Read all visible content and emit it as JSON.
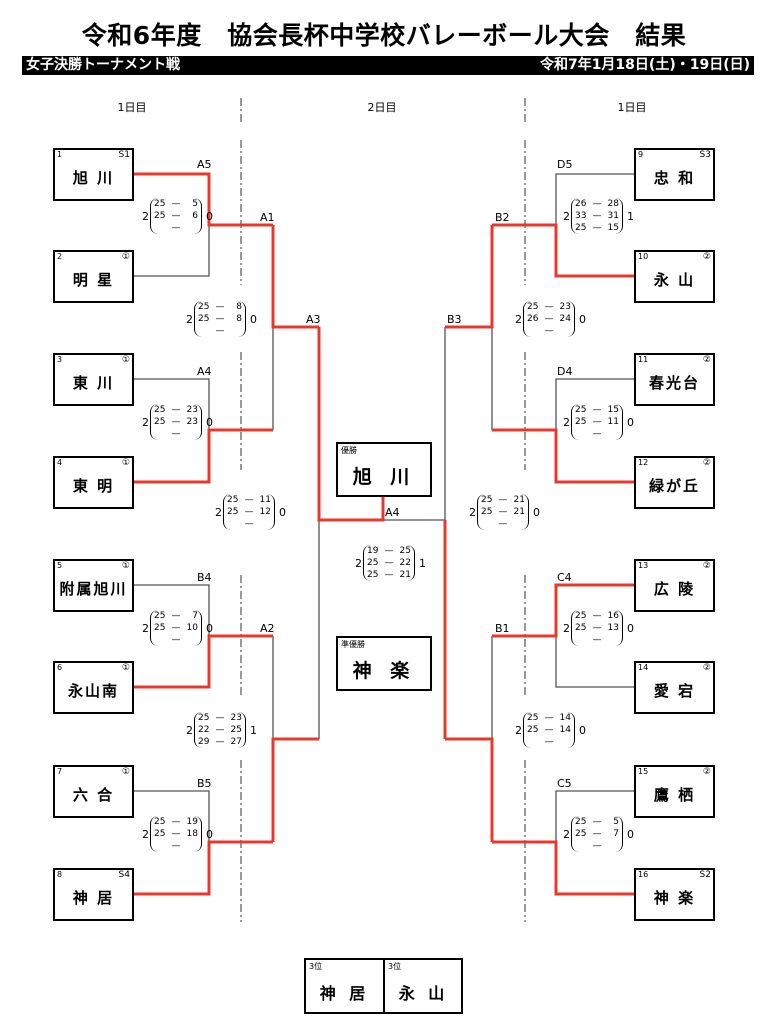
{
  "title": "令和6年度　協会長杯中学校バレーボール大会　結果",
  "subtitle": "女子決勝トーナメント戦",
  "date": "令和7年1月18日(土)・19日(日)",
  "days": {
    "left": "1日目",
    "center": "2日目",
    "right": "1日目"
  },
  "colors": {
    "winner_line": "#e8382b",
    "line": "#555555"
  },
  "teams_left": [
    {
      "no": "1",
      "badge": "S1",
      "name": "旭 川"
    },
    {
      "no": "2",
      "badge": "①",
      "name": "明 星"
    },
    {
      "no": "3",
      "badge": "①",
      "name": "東 川"
    },
    {
      "no": "4",
      "badge": "①",
      "name": "東 明"
    },
    {
      "no": "5",
      "badge": "①",
      "name": "附属旭川"
    },
    {
      "no": "6",
      "badge": "①",
      "name": "永山南"
    },
    {
      "no": "7",
      "badge": "①",
      "name": "六 合"
    },
    {
      "no": "8",
      "badge": "S4",
      "name": "神 居"
    }
  ],
  "teams_right": [
    {
      "no": "9",
      "badge": "S3",
      "name": "忠 和"
    },
    {
      "no": "10",
      "badge": "②",
      "name": "永 山"
    },
    {
      "no": "11",
      "badge": "②",
      "name": "春光台"
    },
    {
      "no": "12",
      "badge": "②",
      "name": "緑が丘"
    },
    {
      "no": "13",
      "badge": "②",
      "name": "広 陵"
    },
    {
      "no": "14",
      "badge": "②",
      "name": "愛 宕"
    },
    {
      "no": "15",
      "badge": "②",
      "name": "鷹 栖"
    },
    {
      "no": "16",
      "badge": "S2",
      "name": "神 楽"
    }
  ],
  "matches": [
    {
      "id": "A5",
      "label": "A5",
      "left": "2",
      "right": "0",
      "sets": [
        [
          "25",
          "5"
        ],
        [
          "25",
          "6"
        ],
        [
          "",
          ""
        ]
      ]
    },
    {
      "id": "A4L",
      "label": "A4",
      "left": "2",
      "right": "0",
      "sets": [
        [
          "25",
          "23"
        ],
        [
          "25",
          "23"
        ],
        [
          "",
          ""
        ]
      ]
    },
    {
      "id": "B4",
      "label": "B4",
      "left": "2",
      "right": "0",
      "sets": [
        [
          "25",
          "7"
        ],
        [
          "25",
          "10"
        ],
        [
          "",
          ""
        ]
      ]
    },
    {
      "id": "B5",
      "label": "B5",
      "left": "2",
      "right": "0",
      "sets": [
        [
          "25",
          "19"
        ],
        [
          "25",
          "18"
        ],
        [
          "",
          ""
        ]
      ]
    },
    {
      "id": "A1",
      "label": "A1",
      "left": "2",
      "right": "0",
      "sets": [
        [
          "25",
          "8"
        ],
        [
          "25",
          "8"
        ],
        [
          "",
          ""
        ]
      ]
    },
    {
      "id": "A2",
      "label": "A2",
      "left": "2",
      "right": "1",
      "sets": [
        [
          "25",
          "23"
        ],
        [
          "22",
          "25"
        ],
        [
          "29",
          "27"
        ]
      ]
    },
    {
      "id": "A3",
      "label": "A3",
      "left": "2",
      "right": "0",
      "sets": [
        [
          "25",
          "11"
        ],
        [
          "25",
          "12"
        ],
        [
          "",
          ""
        ]
      ]
    },
    {
      "id": "D5",
      "label": "D5",
      "left": "2",
      "right": "1",
      "sets": [
        [
          "26",
          "28"
        ],
        [
          "33",
          "31"
        ],
        [
          "25",
          "15"
        ]
      ]
    },
    {
      "id": "D4",
      "label": "D4",
      "left": "2",
      "right": "0",
      "sets": [
        [
          "25",
          "15"
        ],
        [
          "25",
          "11"
        ],
        [
          "",
          ""
        ]
      ]
    },
    {
      "id": "C4",
      "label": "C4",
      "left": "2",
      "right": "0",
      "sets": [
        [
          "25",
          "16"
        ],
        [
          "25",
          "13"
        ],
        [
          "",
          ""
        ]
      ]
    },
    {
      "id": "C5",
      "label": "C5",
      "left": "2",
      "right": "0",
      "sets": [
        [
          "25",
          "5"
        ],
        [
          "25",
          "7"
        ],
        [
          "",
          ""
        ]
      ]
    },
    {
      "id": "B2",
      "label": "B2",
      "left": "2",
      "right": "0",
      "sets": [
        [
          "25",
          "23"
        ],
        [
          "26",
          "24"
        ],
        [
          "",
          ""
        ]
      ]
    },
    {
      "id": "B1",
      "label": "B1",
      "left": "2",
      "right": "0",
      "sets": [
        [
          "25",
          "14"
        ],
        [
          "25",
          "14"
        ],
        [
          "",
          ""
        ]
      ]
    },
    {
      "id": "B3",
      "label": "B3",
      "left": "2",
      "right": "0",
      "sets": [
        [
          "25",
          "21"
        ],
        [
          "25",
          "21"
        ],
        [
          "",
          ""
        ]
      ]
    },
    {
      "id": "F",
      "label": "A4",
      "left": "2",
      "right": "1",
      "sets": [
        [
          "19",
          "25"
        ],
        [
          "25",
          "22"
        ],
        [
          "25",
          "21"
        ]
      ]
    }
  ],
  "dash": "—",
  "champion": {
    "caption": "優勝",
    "name": "旭 川"
  },
  "runner_up": {
    "caption": "準優勝",
    "name": "神 楽"
  },
  "third": [
    {
      "caption": "3位",
      "name": "神 居"
    },
    {
      "caption": "3位",
      "name": "永 山"
    }
  ]
}
